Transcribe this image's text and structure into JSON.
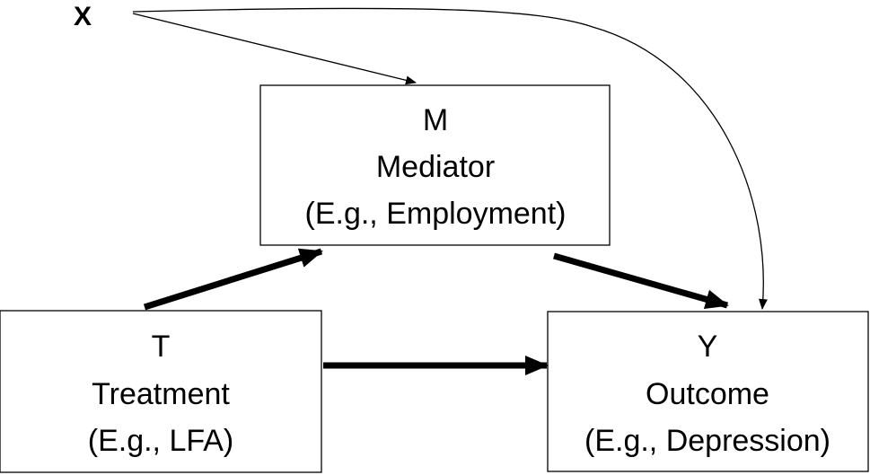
{
  "covariate": {
    "label": "X"
  },
  "nodes": {
    "mediator": {
      "symbol": "M",
      "name": "Mediator",
      "example": "(E.g., Employment)"
    },
    "treatment": {
      "symbol": "T",
      "name": "Treatment",
      "example": "(E.g., LFA)"
    },
    "outcome": {
      "symbol": "Y",
      "name": "Outcome",
      "example": "(E.g., Depression)"
    }
  },
  "edges": [
    {
      "from": "treatment",
      "to": "mediator",
      "style": "thick"
    },
    {
      "from": "mediator",
      "to": "outcome",
      "style": "thick"
    },
    {
      "from": "treatment",
      "to": "outcome",
      "style": "thick"
    },
    {
      "from": "X",
      "to": "mediator",
      "style": "thin"
    },
    {
      "from": "X",
      "to": "outcome",
      "style": "thin"
    }
  ],
  "colors": {
    "stroke": "#000000",
    "box_fill": "#ffffff",
    "background": "#ffffff"
  }
}
